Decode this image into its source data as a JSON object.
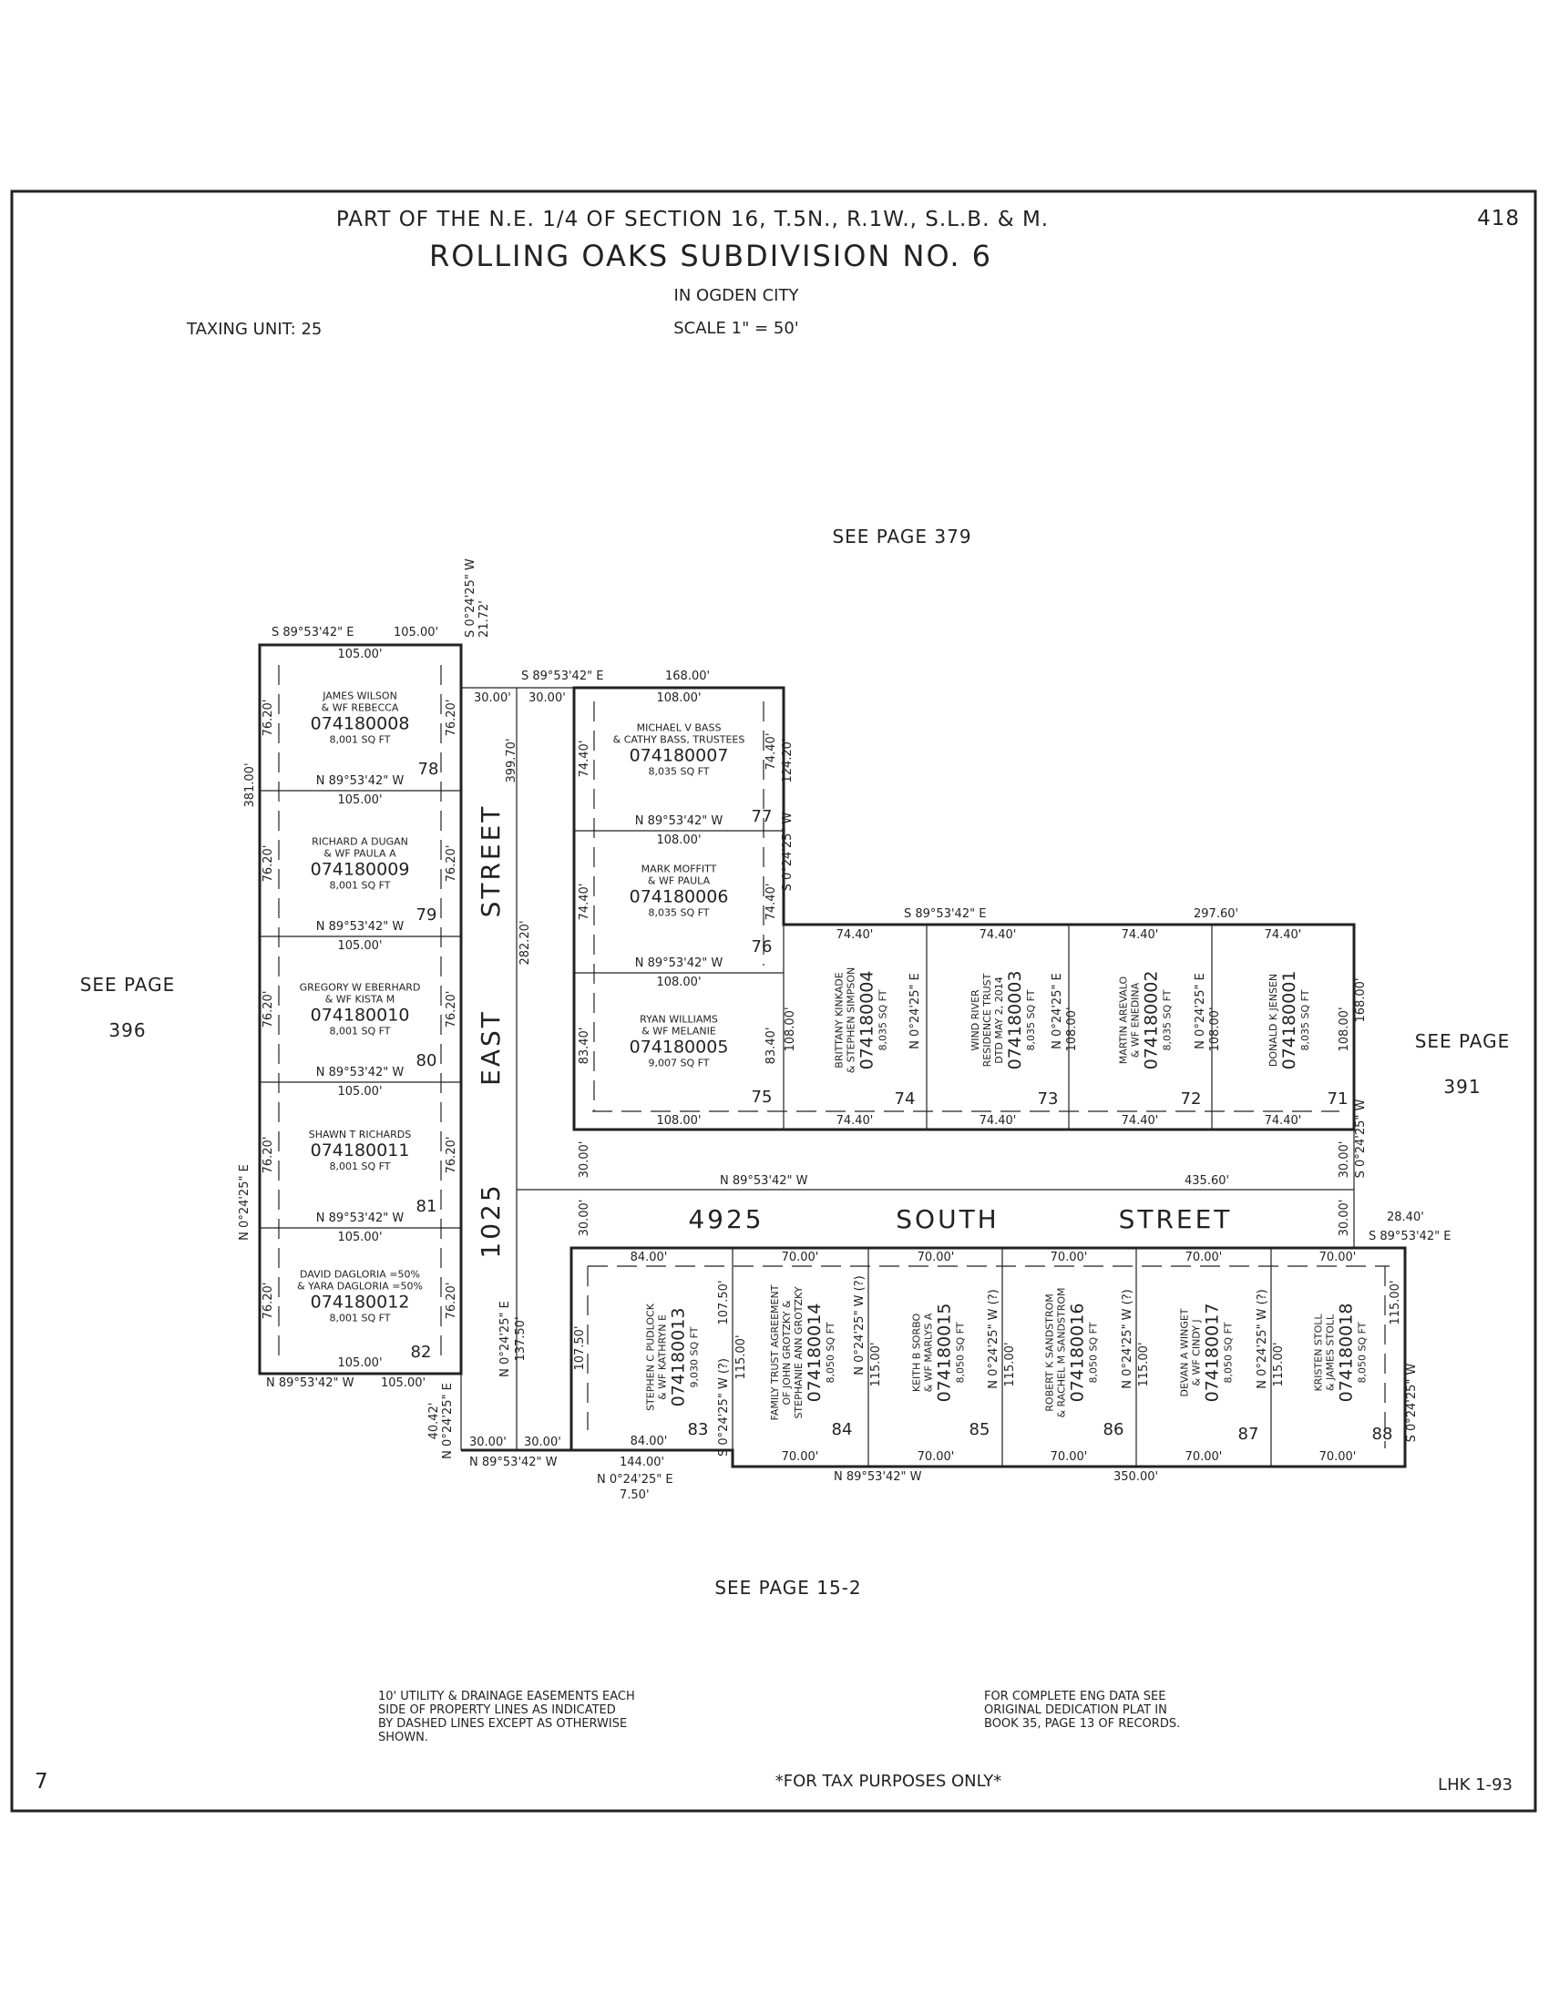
{
  "header": {
    "location": "PART OF THE N.E. 1/4 OF SECTION 16, T.5N., R.1W., S.L.B. & M.",
    "title": "ROLLING OAKS SUBDIVISION NO. 6",
    "city": "IN OGDEN CITY",
    "scale": "SCALE 1\" = 50'",
    "taxing_unit": "TAXING UNIT: 25",
    "page_number": "418"
  },
  "see_pages": {
    "top": "SEE PAGE 379",
    "left_line1": "SEE PAGE",
    "left_line2": "396",
    "right_line1": "SEE PAGE",
    "right_line2": "391",
    "bottom": "SEE PAGE 15-2"
  },
  "streets": {
    "east_street": [
      "1025",
      "EAST",
      "STREET"
    ],
    "south_street": [
      "4925",
      "SOUTH",
      "STREET"
    ]
  },
  "lots": [
    {
      "lot": "78",
      "owner1": "JAMES WILSON",
      "owner2": "& WF REBECCA",
      "owner3": "",
      "parcel": "074180008",
      "area": "8,001 SQ FT"
    },
    {
      "lot": "79",
      "owner1": "RICHARD A DUGAN",
      "owner2": "& WF PAULA A",
      "owner3": "",
      "parcel": "074180009",
      "area": "8,001 SQ FT"
    },
    {
      "lot": "80",
      "owner1": "GREGORY W EBERHARD",
      "owner2": "& WF KISTA M",
      "owner3": "",
      "parcel": "074180010",
      "area": "8,001 SQ FT"
    },
    {
      "lot": "81",
      "owner1": "SHAWN T RICHARDS",
      "owner2": "",
      "owner3": "",
      "parcel": "074180011",
      "area": "8,001 SQ FT"
    },
    {
      "lot": "82",
      "owner1": "DAVID DAGLORIA =50%",
      "owner2": "& YARA DAGLORIA =50%",
      "owner3": "",
      "parcel": "074180012",
      "area": "8,001 SQ FT"
    },
    {
      "lot": "77",
      "owner1": "MICHAEL V BASS",
      "owner2": "& CATHY BASS, TRUSTEES",
      "owner3": "",
      "parcel": "074180007",
      "area": "8,035 SQ FT"
    },
    {
      "lot": "76",
      "owner1": "MARK MOFFITT",
      "owner2": "& WF PAULA",
      "owner3": "",
      "parcel": "074180006",
      "area": "8,035 SQ FT"
    },
    {
      "lot": "75",
      "owner1": "RYAN WILLIAMS",
      "owner2": "& WF MELANIE",
      "owner3": "",
      "parcel": "074180005",
      "area": "9,007 SQ FT"
    },
    {
      "lot": "74",
      "owner1": "BRITTANY KINKADE",
      "owner2": "& STEPHEN SIMPSON",
      "owner3": "",
      "parcel": "074180004",
      "area": "8,035 SQ FT"
    },
    {
      "lot": "73",
      "owner1": "WIND RIVER",
      "owner2": "RESIDENCE TRUST",
      "owner3": "DTD MAY 2, 2014",
      "parcel": "074180003",
      "area": "8,035 SQ FT"
    },
    {
      "lot": "72",
      "owner1": "MARTIN AREVALO",
      "owner2": "& WF ENEDINA",
      "owner3": "",
      "parcel": "074180002",
      "area": "8,035 SQ FT"
    },
    {
      "lot": "71",
      "owner1": "DONALD K JENSEN",
      "owner2": "",
      "owner3": "",
      "parcel": "074180001",
      "area": "8,035 SQ FT"
    },
    {
      "lot": "83",
      "owner1": "STEPHEN C PUDLOCK",
      "owner2": "& WF KATHRYN E",
      "owner3": "",
      "parcel": "074180013",
      "area": "9,030 SQ FT"
    },
    {
      "lot": "84",
      "owner1": "FAMILY TRUST AGREEMENT",
      "owner2": "OF JOHN GROTZKY &",
      "owner3": "STEPHANIE ANN GROTZKY",
      "parcel": "074180014",
      "area": "8,050 SQ FT"
    },
    {
      "lot": "85",
      "owner1": "KEITH B SORBO",
      "owner2": "& WF MARLYS A",
      "owner3": "",
      "parcel": "074180015",
      "area": "8,050 SQ FT"
    },
    {
      "lot": "86",
      "owner1": "ROBERT K SANDSTROM",
      "owner2": "& RACHEL M SANDSTROM",
      "owner3": "",
      "parcel": "074180016",
      "area": "8,050 SQ FT"
    },
    {
      "lot": "87",
      "owner1": "DEVAN A WINGET",
      "owner2": "& WF CINDY J",
      "owner3": "",
      "parcel": "074180017",
      "area": "8,050 SQ FT"
    },
    {
      "lot": "88",
      "owner1": "KRISTEN STOLL",
      "owner2": "& JAMES STOLL",
      "owner3": "",
      "parcel": "074180018",
      "area": "8,050 SQ FT"
    }
  ],
  "dimensions": {
    "west_top_bearing": "S 89°53'42\" E",
    "west_top_len": "105.00'",
    "lot_width_105": "105.00'",
    "lot_depth_7620": "76.20'",
    "west_total": "381.00'",
    "bearing_n8953_w": "N 89°53'42\" W",
    "bearing_n024_e": "N 0°24'25\" E",
    "bearing_s024_w": "S 0°24'25\" W",
    "east_north_bearing": "S 0°24'25\" W",
    "east_north_len": "21.72'",
    "road_30": "30.00'",
    "central_top_bearing": "S 89°53'42\" E",
    "central_top_len": "168.00'",
    "len_108": "108.00'",
    "len_7440": "74.40'",
    "len_12420": "124.20'",
    "len_8340": "83.40'",
    "len_39970": "399.70'",
    "len_28220": "282.20'",
    "len_13750": "137.50'",
    "east_row_bearing": "S 89°53'42\" E",
    "east_row_len": "297.60'",
    "len_16800": "168.00'",
    "road_bearing": "N 89°53'42\" W",
    "road_len": "435.60'",
    "se_len": "28.40'",
    "se_bearing": "S 89°53'42\" E",
    "len_84": "84.00'",
    "len_70": "70.00'",
    "len_10750": "107.50'",
    "len_115": "115.00'",
    "bearing_s024_w_q": "S 0°24'25\" W (?)",
    "bearing_n024_w_q": "N 0°24'25\" W (?)",
    "len_4042": "40.42'",
    "len_144": "144.00'",
    "jog_bearing": "N 0°24'25\" E",
    "jog_len": "7.50'",
    "bottom_len": "350.00'"
  },
  "notes": {
    "easement": [
      "10' UTILITY & DRAINAGE EASEMENTS EACH",
      "SIDE OF PROPERTY LINES AS INDICATED",
      "BY DASHED LINES EXCEPT AS OTHERWISE",
      "SHOWN."
    ],
    "eng_data": [
      "FOR COMPLETE ENG DATA SEE",
      "ORIGINAL DEDICATION PLAT IN",
      "BOOK 35, PAGE 13 OF RECORDS."
    ],
    "tax_purposes": "*FOR TAX PURPOSES ONLY*",
    "corner_left": "7",
    "corner_right": "LHK 1-93"
  }
}
